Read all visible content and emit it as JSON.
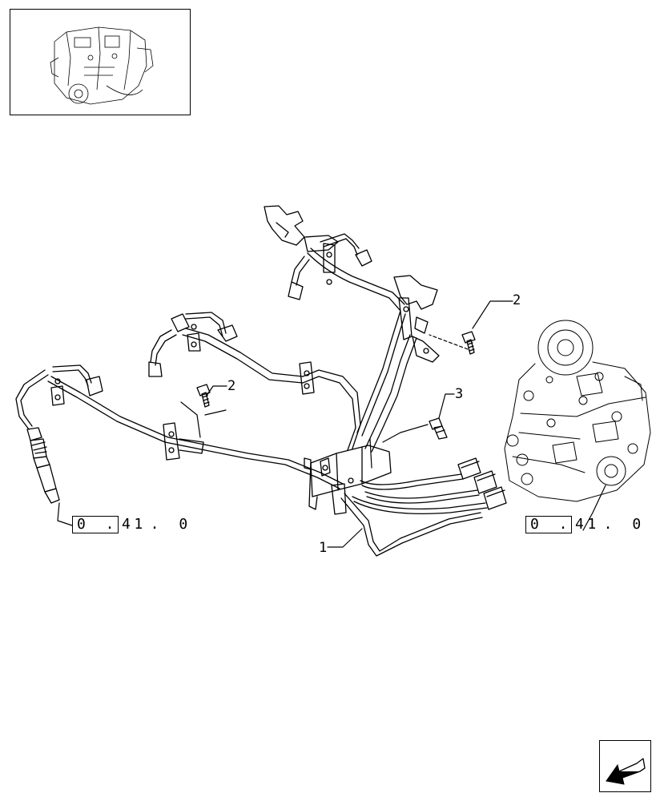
{
  "callouts": {
    "pipe_assembly": "1",
    "screw_left": "2",
    "screw_right": "2",
    "bolt": "3"
  },
  "references": {
    "injector_ref_boxed": "0 . 1",
    "injector_ref_tail": "4 . 0",
    "pump_ref_boxed": "0 . 1",
    "pump_ref_tail": "4 . 0"
  },
  "icons": {
    "thumbnail": "engine-thumbnail-icon",
    "navigation": "arrow-back-icon"
  }
}
